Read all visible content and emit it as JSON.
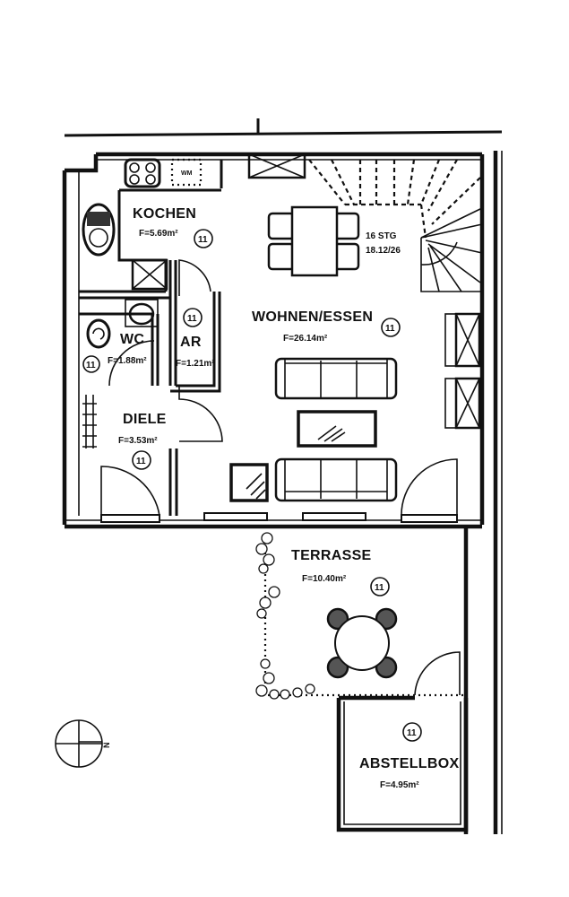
{
  "plan": {
    "rooms": [
      {
        "id": "kochen",
        "name": "KOCHEN",
        "area": "F=5.69m²",
        "tag": "11"
      },
      {
        "id": "wohnen",
        "name": "WOHNEN/ESSEN",
        "area": "F=26.14m²",
        "tag": "11"
      },
      {
        "id": "wc",
        "name": "WC",
        "area": "F=1.88m²",
        "tag": "11"
      },
      {
        "id": "ar",
        "name": "AR",
        "area": "F=1.21m²",
        "tag": "11"
      },
      {
        "id": "diele",
        "name": "DIELE",
        "area": "F=3.53m²",
        "tag": "11"
      },
      {
        "id": "terrasse",
        "name": "TERRASSE",
        "area": "F=10.40m²",
        "tag": "11"
      },
      {
        "id": "abstellbox",
        "name": "ABSTELLBOX",
        "area": "F=4.95m²",
        "tag": "11"
      }
    ],
    "stairs": {
      "steps": "16 STG",
      "dimensions": "18.12/26"
    },
    "appliance_label": "WM",
    "compass": {
      "north_label": "N"
    }
  }
}
